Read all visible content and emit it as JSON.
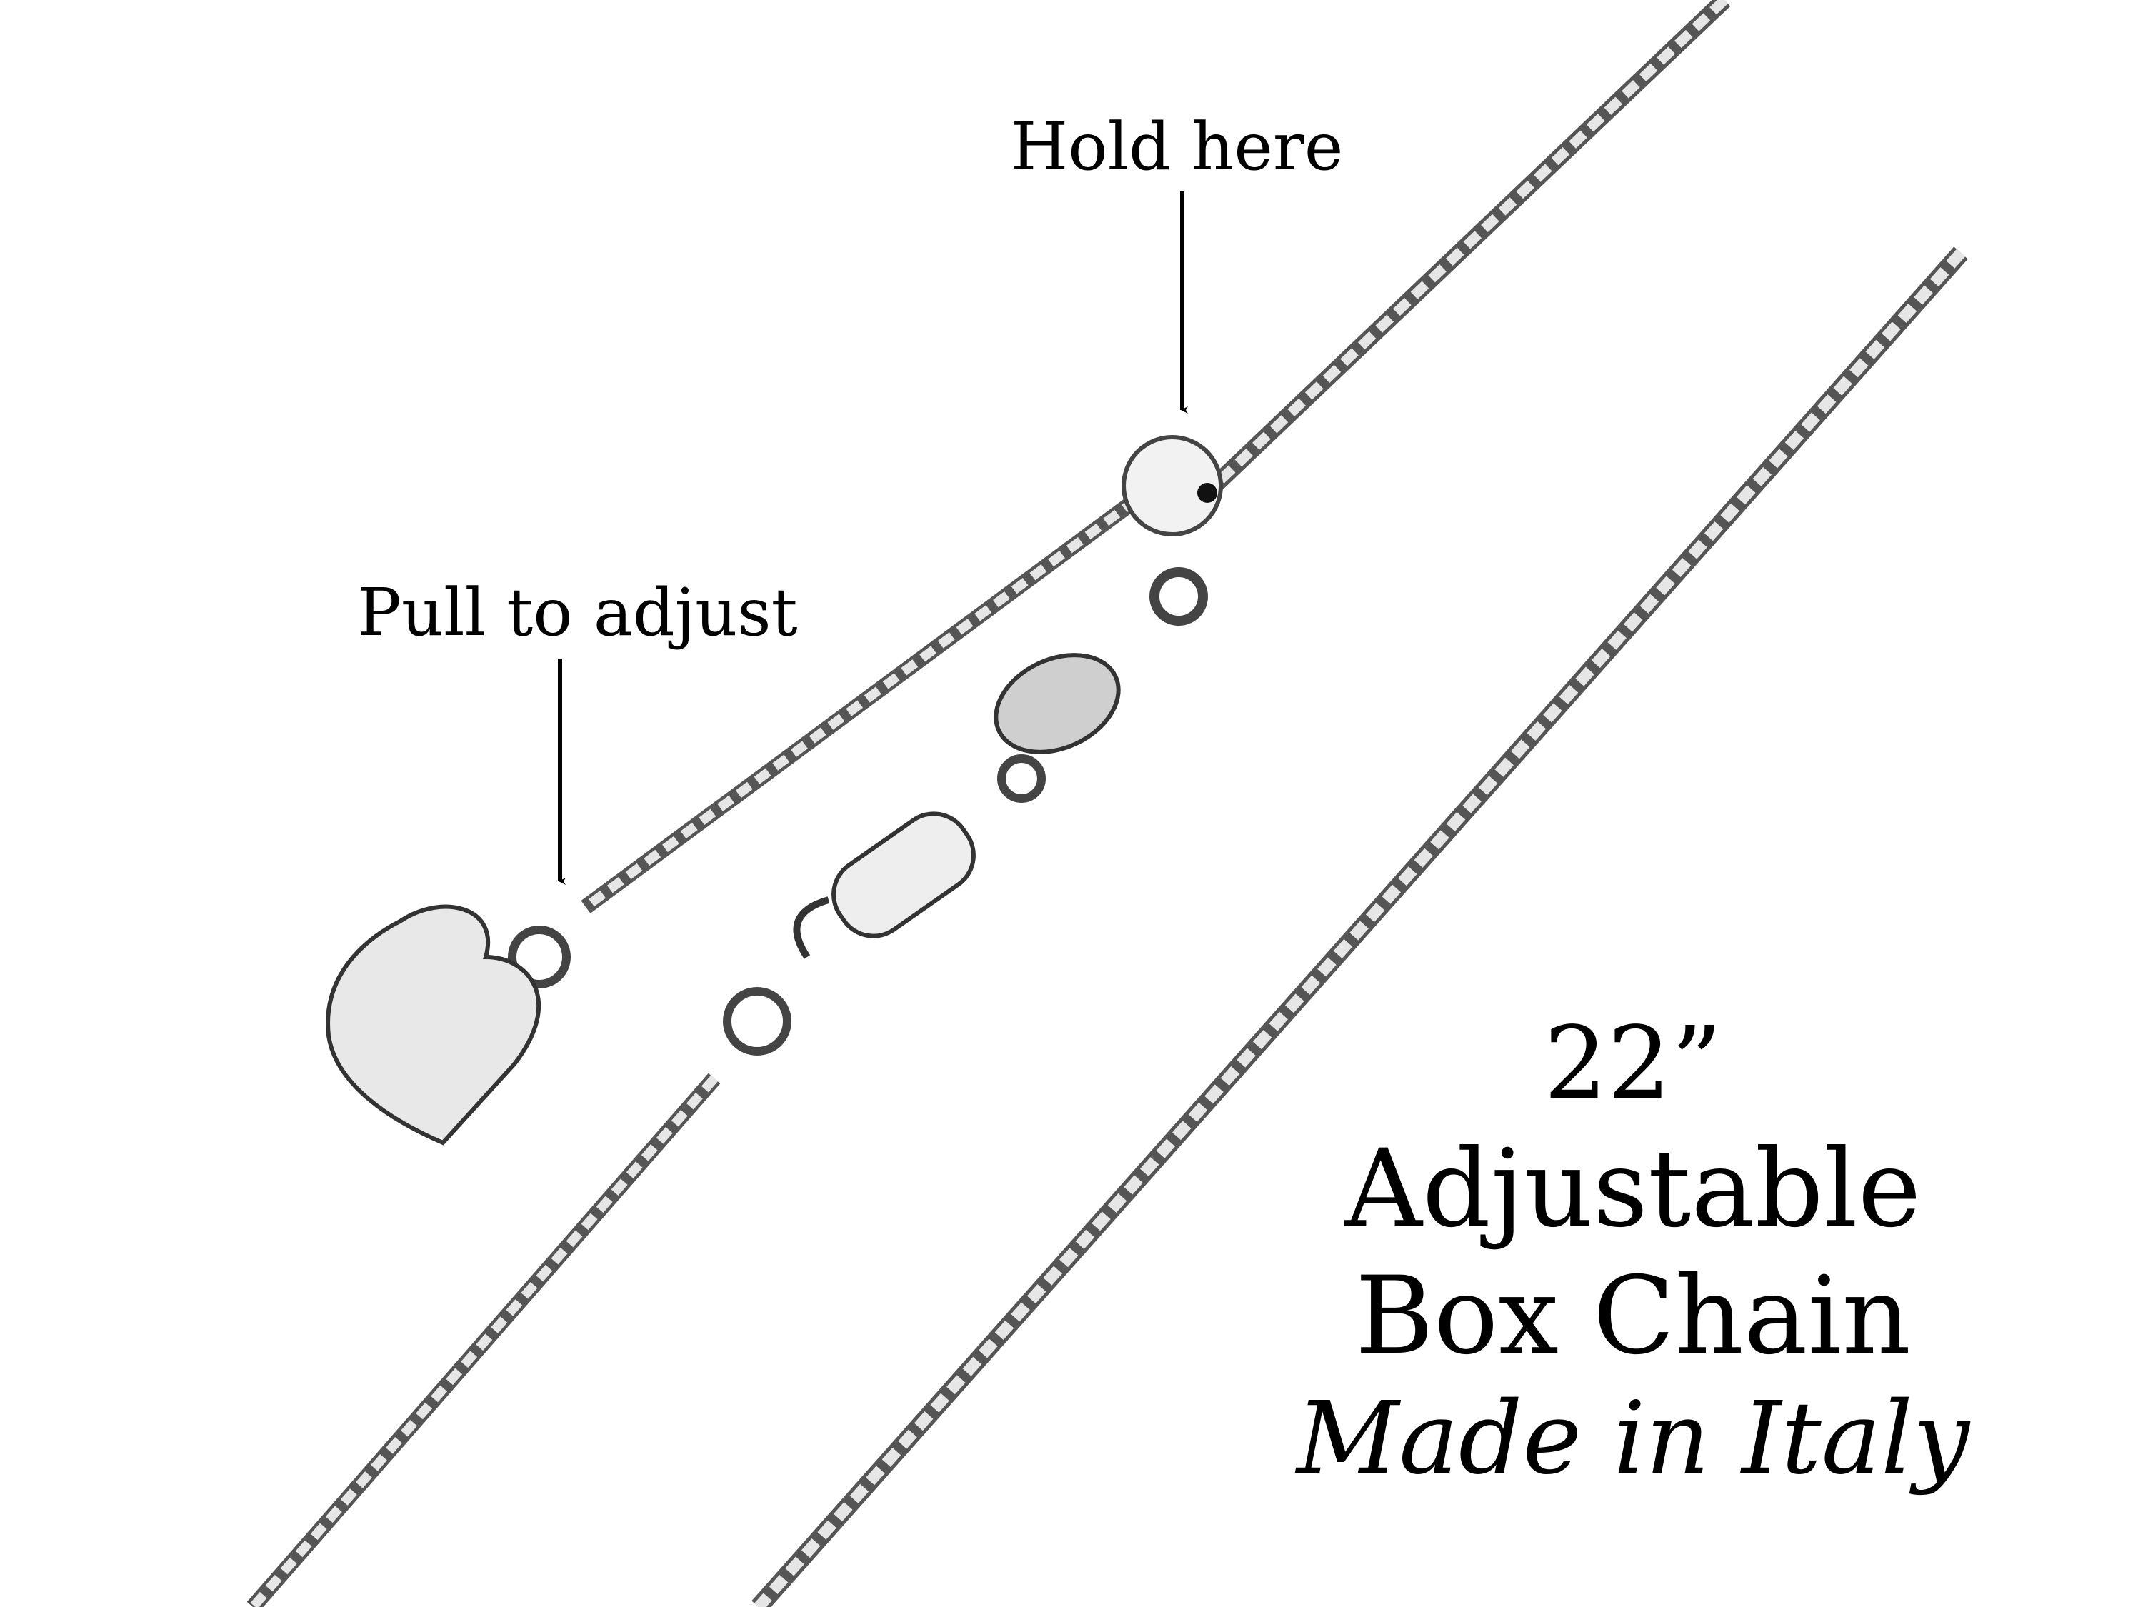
{
  "annotations": {
    "hold_here": "Hold here",
    "pull_to_adjust": "Pull to adjust"
  },
  "product": {
    "length": "22”",
    "line1": "Adjustable",
    "line2": "Box Chain",
    "origin": "Made in Italy"
  },
  "colors": {
    "background": "#ffffff",
    "text": "#000000",
    "chain_dark": "#3a3a3a",
    "chain_light": "#d8d8d8"
  }
}
